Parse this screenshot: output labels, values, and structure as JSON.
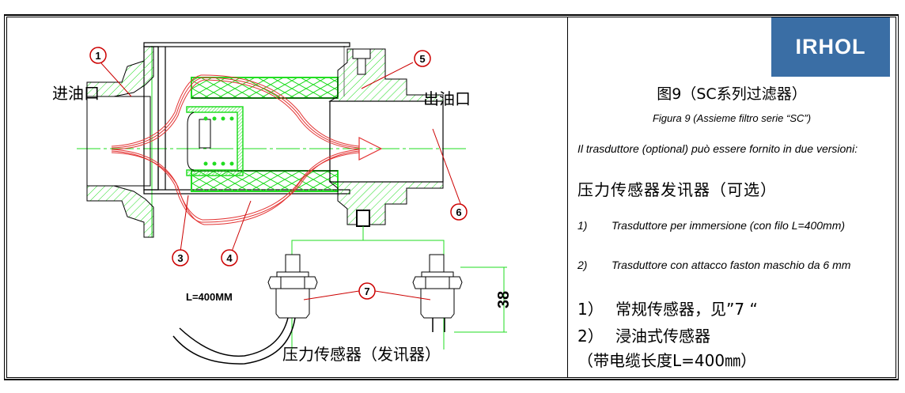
{
  "logo": {
    "text": "IRHOL",
    "bg_color": "#3a6ea5"
  },
  "figure": {
    "title_cn": "图9（SC系列过滤器）",
    "title_it": "Figura 9 (Assieme filtro serie “SC”)"
  },
  "description": {
    "intro_it": "Il trasduttore (optional) può essere fornito in due versioni:",
    "intro_cn": "压力传感器发讯器（可选）",
    "items_it": [
      {
        "num": "1)",
        "text": "Trasduttore per immersione (con filo L=400mm)"
      },
      {
        "num": "2)",
        "text": "Trasduttore con attacco faston maschio da 6 mm"
      }
    ],
    "items_cn": [
      {
        "num": "1）",
        "text": "常规传感器，见”7 “"
      },
      {
        "num": "2）",
        "text": "浸油式传感器"
      }
    ],
    "note_cn": "（带电缆长度L=400㎜）"
  },
  "drawing": {
    "inlet_label": "进油口",
    "outlet_label": "出油口",
    "cable_length_label": "L=400MM",
    "sensor_caption": "压力传感器（发讯器）",
    "dimension_value": "38",
    "callouts": [
      "1",
      "3",
      "4",
      "5",
      "6",
      "7"
    ],
    "colors": {
      "hatch": "#22dd22",
      "flow": "#e33333",
      "outline": "#000000",
      "callout": "#cc0000"
    }
  }
}
